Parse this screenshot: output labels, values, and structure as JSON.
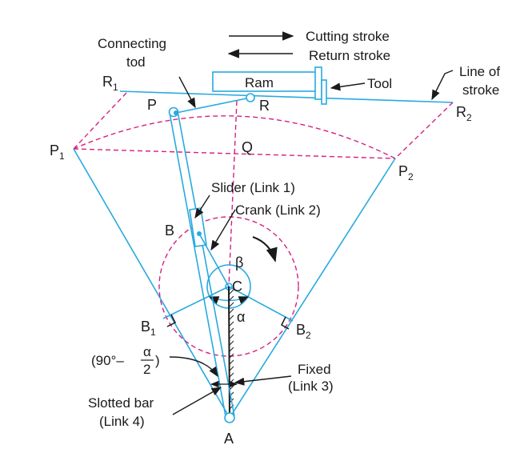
{
  "labels": {
    "connecting_rod_1": "Connecting",
    "connecting_rod_2": "tod",
    "cutting_stroke": "Cutting stroke",
    "return_stroke": "Return stroke",
    "ram": "Ram",
    "tool": "Tool",
    "line_of_stroke_1": "Line of",
    "line_of_stroke_2": "stroke",
    "slider": "Slider (Link 1)",
    "crank": "Crank (Link 2)",
    "fixed_1": "Fixed",
    "fixed_2": "(Link 3)",
    "slotted_bar_1": "Slotted bar",
    "slotted_bar_2": "(Link 4)",
    "angle_expr_a": "(90°–",
    "angle_expr_num": "α",
    "angle_expr_den": "2",
    "angle_expr_b": ")"
  },
  "points": {
    "R1": {
      "base": "R",
      "sub": "1"
    },
    "R2": {
      "base": "R",
      "sub": "2"
    },
    "P1": {
      "base": "P",
      "sub": "1"
    },
    "P2": {
      "base": "P",
      "sub": "2"
    },
    "B1": {
      "base": "B",
      "sub": "1"
    },
    "B2": {
      "base": "B",
      "sub": "2"
    },
    "P": "P",
    "R": "R",
    "Q": "Q",
    "B": "B",
    "C": "C",
    "A": "A",
    "beta": "β",
    "alpha": "α"
  },
  "colors": {
    "link": "#29a9e0",
    "construction": "#d6207e",
    "ink": "#1a1a1a"
  }
}
